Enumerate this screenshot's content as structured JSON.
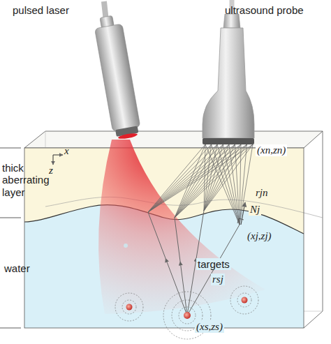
{
  "diagram": {
    "labels": [
      "pulsed laser",
      "ultrasound probe",
      "x",
      "z",
      "(xn,zn)",
      "thick aberrating layer",
      "rjn",
      "Nj",
      "(xj,zj)",
      "water",
      "targets",
      "rsj",
      "(xs,zs)"
    ]
  }
}
